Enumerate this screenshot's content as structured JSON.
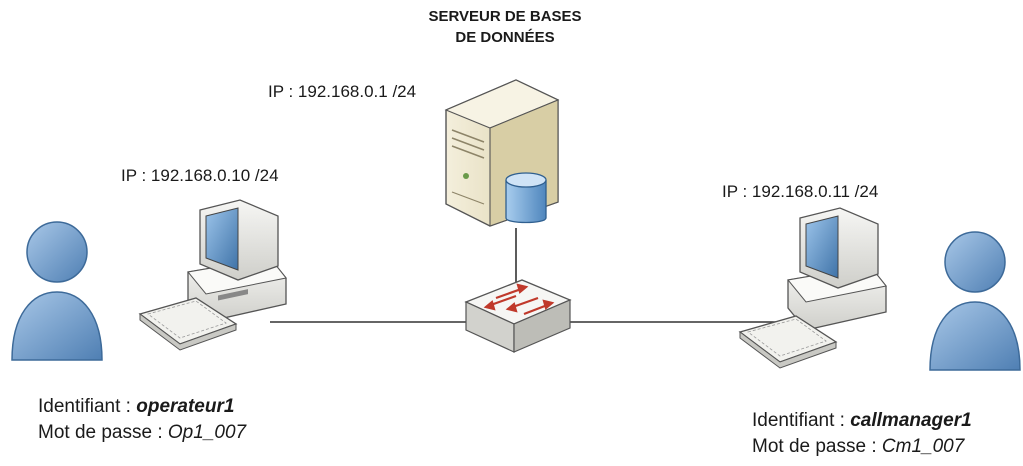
{
  "server": {
    "title_line1": "SERVEUR DE BASES",
    "title_line2": "DE DONNÉES",
    "ip": "IP : 192.168.0.1 /24"
  },
  "left_pc": {
    "ip": "IP : 192.168.0.10 /24",
    "id_label": "Identifiant : ",
    "id_value": "operateur1",
    "pw_label": "Mot de passe : ",
    "pw_value": "Op1_007"
  },
  "right_pc": {
    "ip": "IP : 192.168.0.11 /24",
    "id_label": "Identifiant : ",
    "id_value": "callmanager1",
    "pw_label": "Mot de passe : ",
    "pw_value": "Cm1_007"
  },
  "colors": {
    "user": "#6f9bc9",
    "computer_body": "#eeeeea",
    "screen": "#5d8fc0",
    "server_beige": "#e9e2c6",
    "db": "#7aaedc",
    "switch_arrow": "#c0392b",
    "link": "#333333"
  },
  "icons": [
    "user-icon",
    "computer-icon",
    "keyboard-icon",
    "server-icon",
    "database-icon",
    "switch-icon"
  ]
}
